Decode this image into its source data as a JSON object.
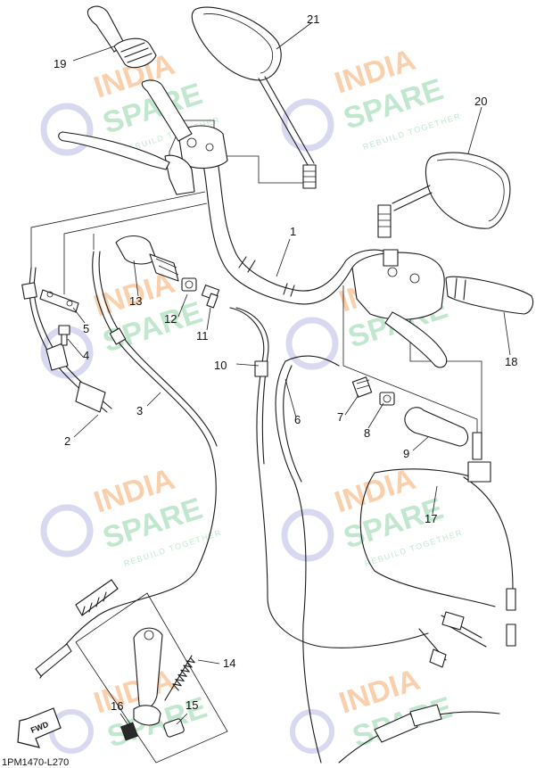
{
  "diagram": {
    "code": "1PM1470-L270",
    "fwd_label": "FWD",
    "callouts": [
      "1",
      "2",
      "3",
      "4",
      "5",
      "6",
      "7",
      "8",
      "9",
      "10",
      "11",
      "12",
      "13",
      "14",
      "15",
      "16",
      "17",
      "18",
      "19",
      "20",
      "21"
    ],
    "watermark": {
      "line1": "INDIA",
      "line2": "SPARE",
      "tagline": "REBUILD TOGETHER",
      "color_orange": "#f7a86a",
      "color_green": "#8fd4a8",
      "color_icon": "#b9b9e6"
    }
  }
}
